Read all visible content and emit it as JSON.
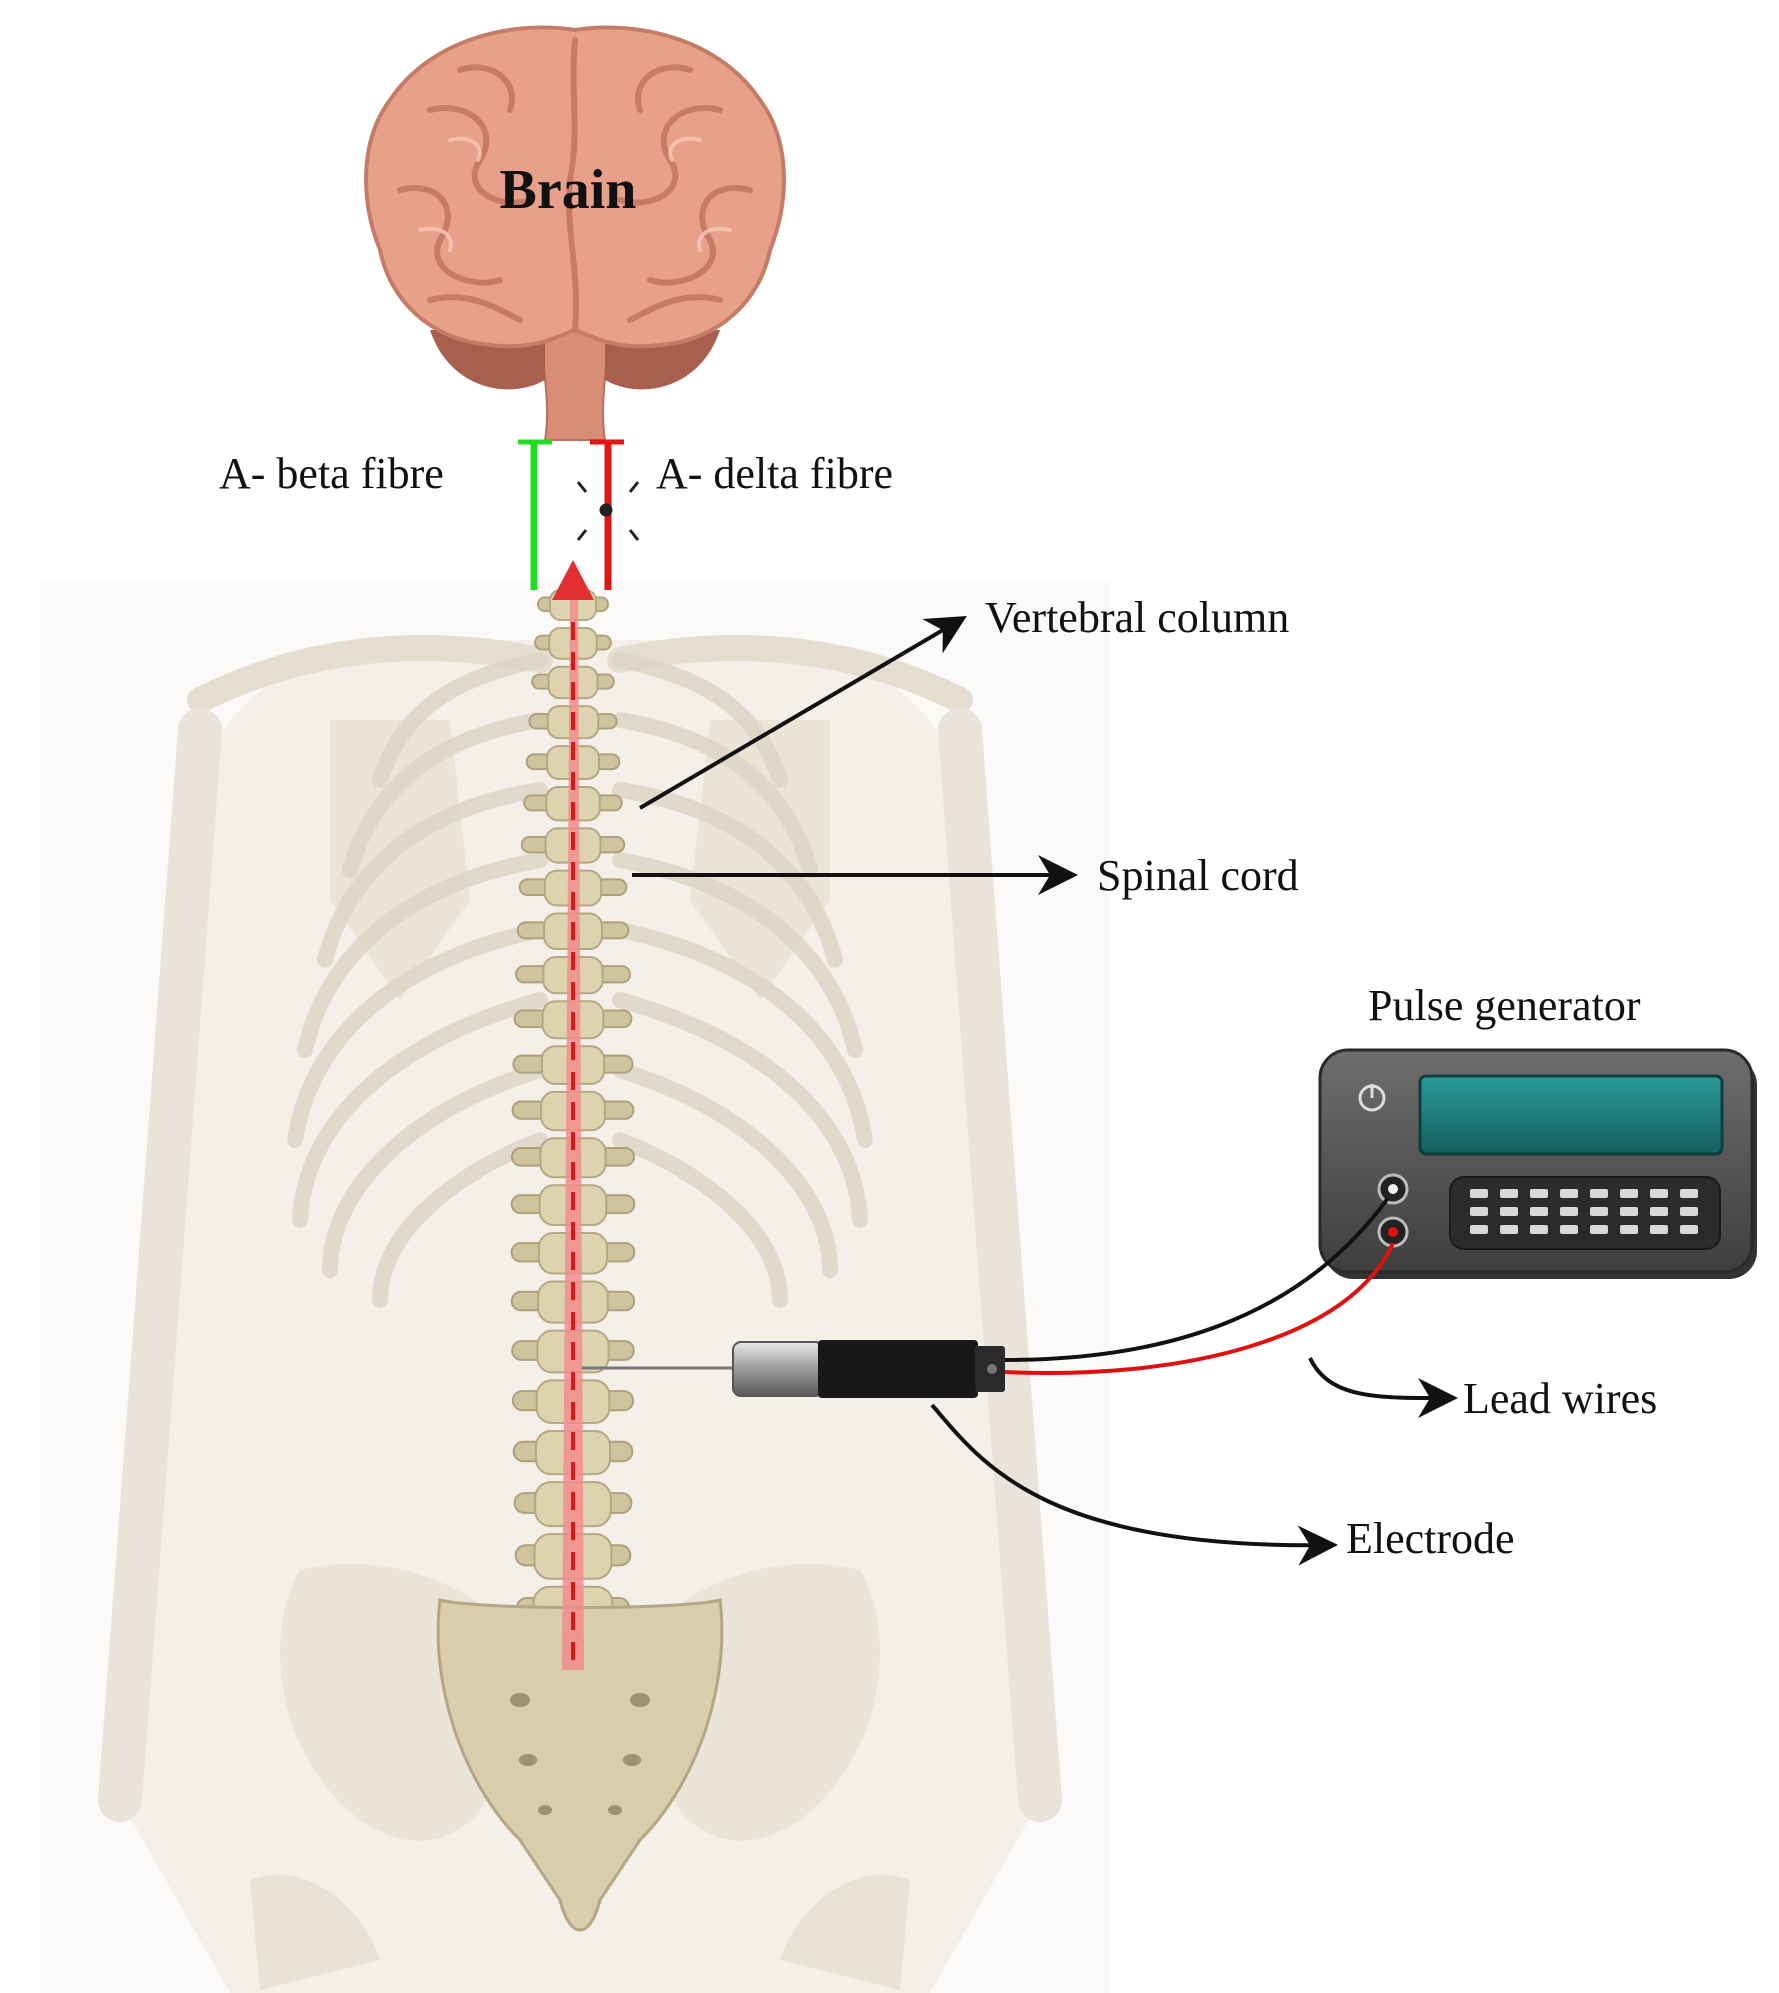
{
  "labels": {
    "brain": "Brain",
    "a_beta": "A- beta fibre",
    "a_delta": "A- delta fibre",
    "vertebral_column": "Vertebral  column",
    "spinal_cord": "Spinal cord",
    "pulse_generator": "Pulse generator",
    "lead_wires": "Lead wires",
    "electrode": "Electrode"
  },
  "colors": {
    "brain": "#e8a08a",
    "brain_dark": "#c97a66",
    "brain_stem": "#d98c76",
    "skeleton": "#ece6dc",
    "vertebra": "#d9cfa8",
    "vertebra_dark": "#b8ad86",
    "a_beta_fibre": "#22dd22",
    "a_delta_fibre": "#e01515",
    "signal_arrow": "#f08080",
    "generator_body": "#5a5a5a",
    "generator_screen": "#1e7b7b",
    "lead_black": "#111111",
    "lead_red": "#e01010"
  },
  "icons": {
    "power": "power-icon"
  }
}
